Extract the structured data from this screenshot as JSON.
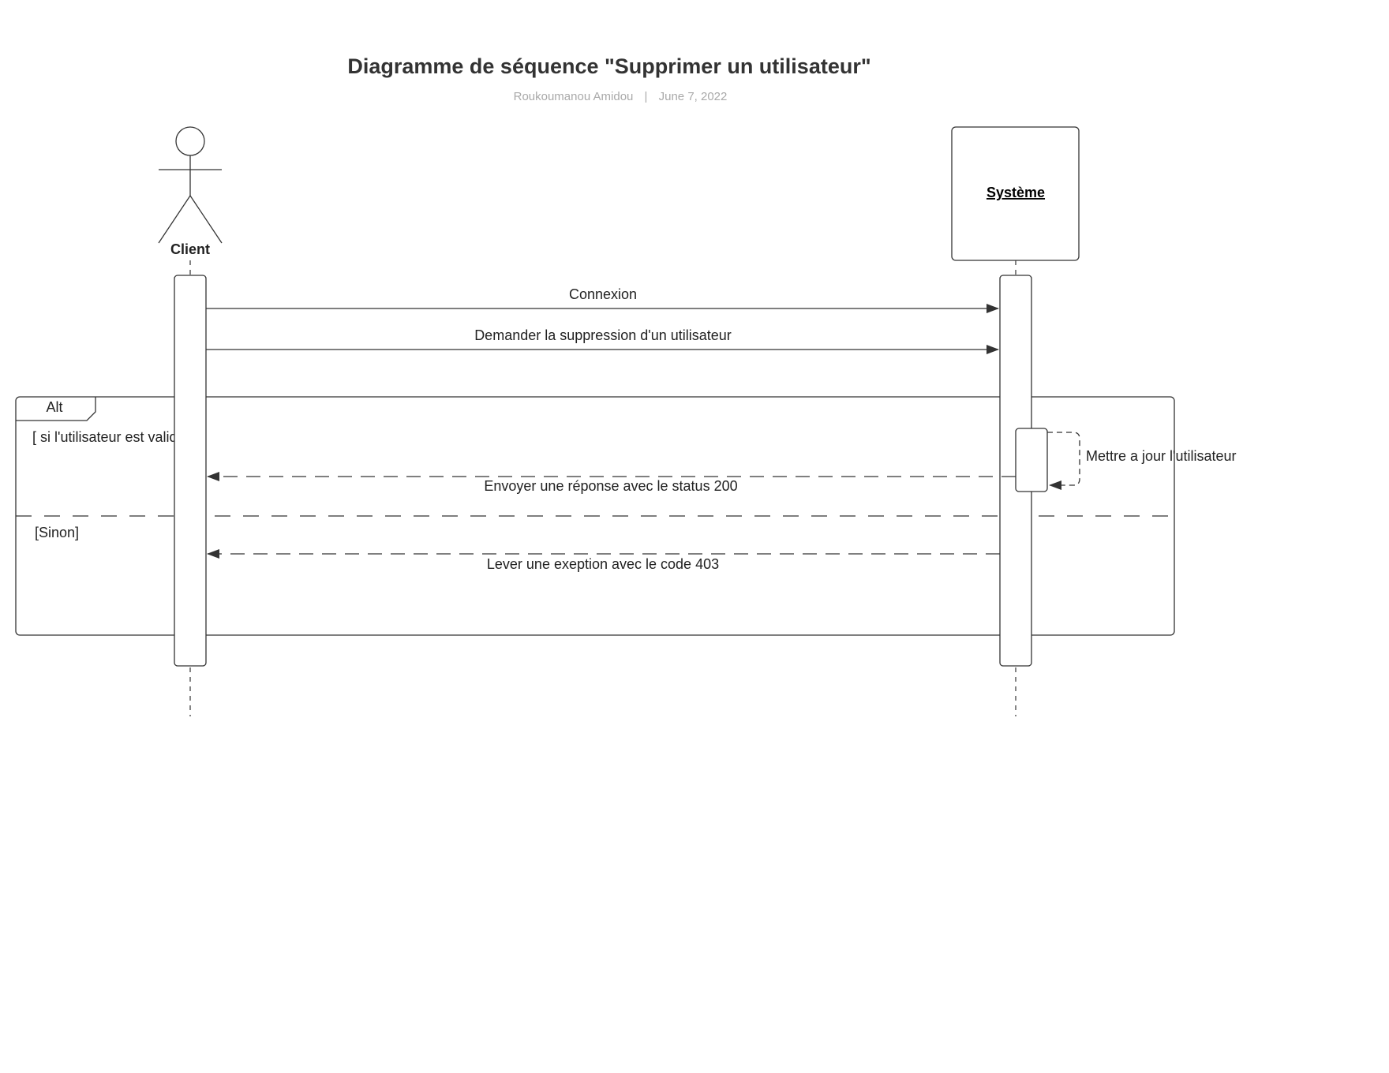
{
  "header": {
    "title": "Diagramme de séquence \"Supprimer un utilisateur\"",
    "author": "Roukoumanou Amidou",
    "separator": "|",
    "date": "June 7, 2022"
  },
  "participants": [
    {
      "label": "Client",
      "kind": "actor"
    },
    {
      "label": "Système",
      "kind": "object"
    }
  ],
  "messages": [
    {
      "label": "Connexion",
      "from": "Client",
      "to": "Système",
      "style": "synchronous"
    },
    {
      "label": "Demander la suppression d'un utilisateur",
      "from": "Client",
      "to": "Système",
      "style": "synchronous"
    },
    {
      "label": "Mettre a jour l'utilisateur",
      "from": "Système",
      "to": "Système",
      "style": "self"
    },
    {
      "label": "Envoyer une réponse avec le status 200",
      "from": "Système",
      "to": "Client",
      "style": "return"
    },
    {
      "label": "Lever une exeption avec le code 403",
      "from": "Système",
      "to": "Client",
      "style": "return"
    }
  ],
  "fragment": {
    "operator": "Alt",
    "guards": [
      "[ si l'utilisateur est valid",
      "[Sinon]"
    ]
  }
}
